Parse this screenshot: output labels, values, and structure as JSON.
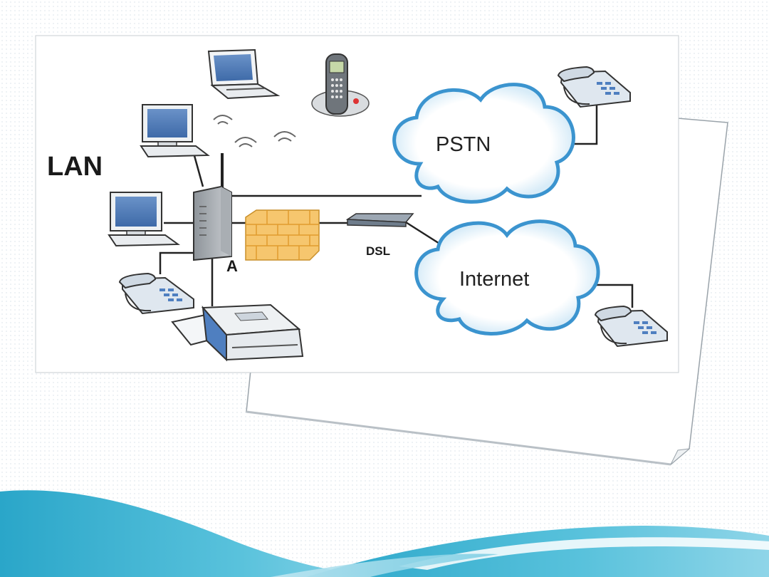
{
  "diagram": {
    "labels": {
      "lan": "LAN",
      "pstn": "PSTN",
      "internet": "Internet",
      "dsl": "DSL",
      "a": "A"
    }
  },
  "colors": {
    "wave_dark": "#2aa6c9",
    "wave_light": "#7fd0e6",
    "cloud_edge": "#3b94cf",
    "firewall": "#f6c66e"
  }
}
